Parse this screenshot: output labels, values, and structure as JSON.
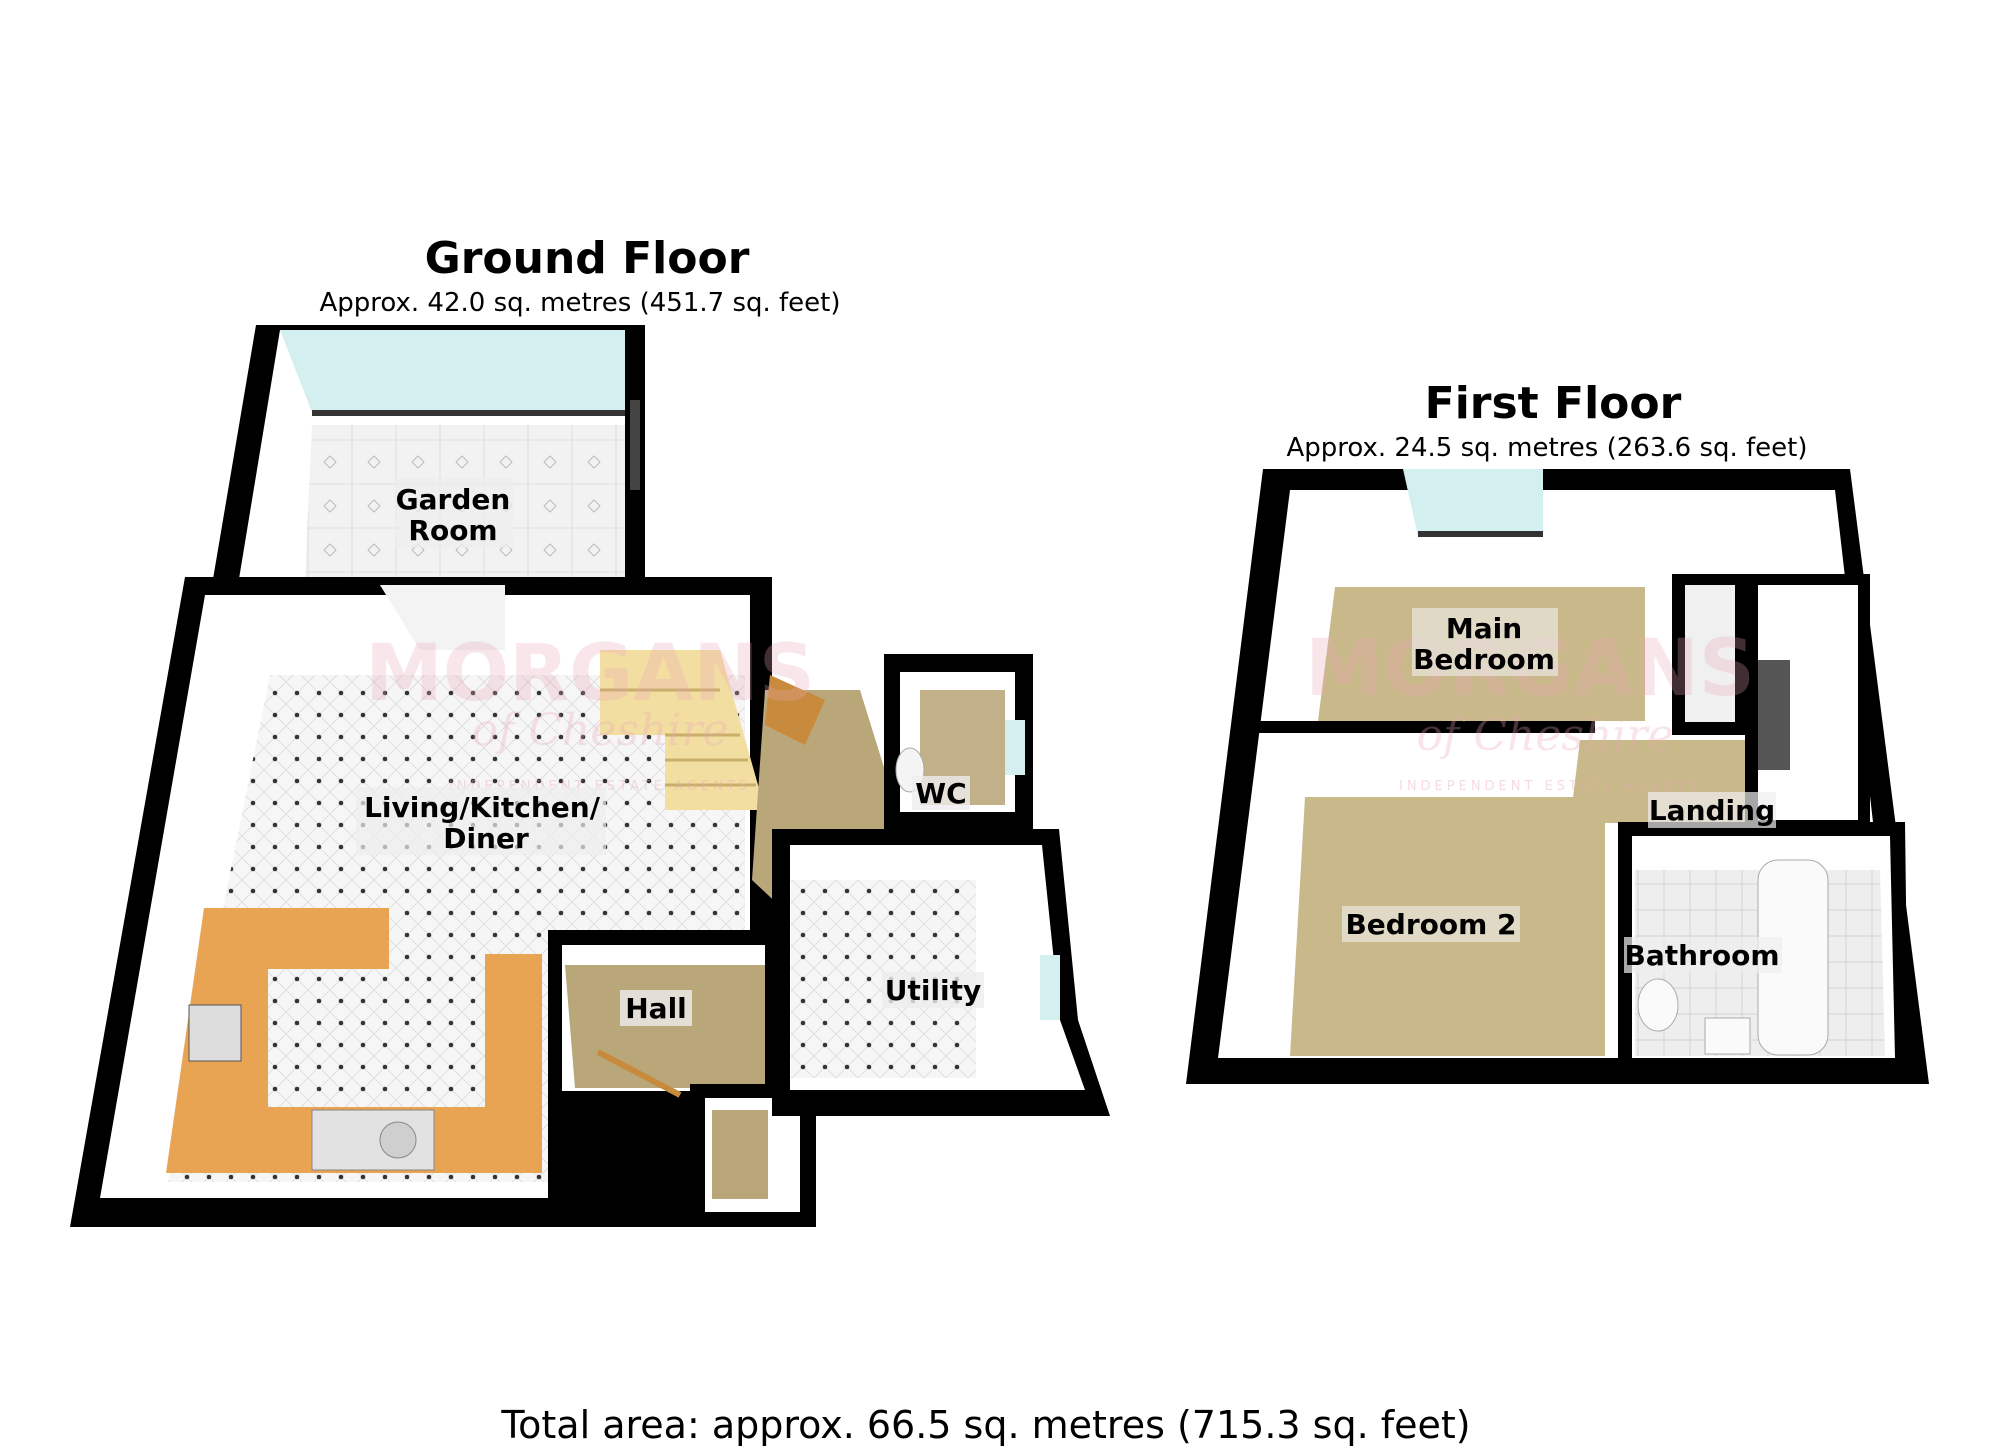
{
  "ground_floor": {
    "title": "Ground Floor",
    "area": "Approx. 42.0 sq. metres (451.7 sq. feet)",
    "rooms": {
      "garden_room": [
        "Garden",
        "Room"
      ],
      "living": [
        "Living/Kitchen/",
        "Diner"
      ],
      "wc": "WC",
      "hall": "Hall",
      "utility": "Utility"
    }
  },
  "first_floor": {
    "title": "First Floor",
    "area": "Approx. 24.5 sq. metres (263.6 sq. feet)",
    "rooms": {
      "main_bedroom": [
        "Main",
        "Bedroom"
      ],
      "bedroom_2": "Bedroom 2",
      "landing": "Landing",
      "bathroom": "Bathroom"
    }
  },
  "total_area": "Total area: approx. 66.5 sq. metres (715.3 sq. feet)",
  "watermark": {
    "brand": "MORGANS",
    "script": "of Cheshire",
    "tagline": "INDEPENDENT ESTATE AGENTS"
  },
  "colors": {
    "wall": "#000000",
    "carpet": "#c9b98a",
    "counter": "#e8a452",
    "tile": "#f4f4f4",
    "glass": "#cfeeee",
    "hall": "#b9a77a"
  }
}
